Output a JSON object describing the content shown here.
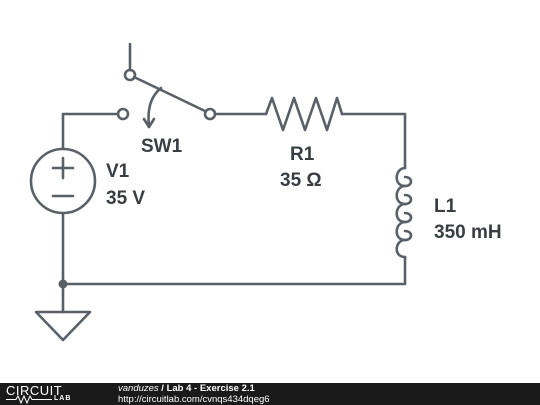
{
  "schematic": {
    "labels": {
      "sw1": "SW1",
      "v1_name": "V1",
      "v1_value": "35 V",
      "r1_name": "R1",
      "r1_value": "35 Ω",
      "l1_name": "L1",
      "l1_value": "350 mH"
    },
    "colors": {
      "wire": "#5b6066",
      "text": "#3a3d41",
      "footer_bg": "#1a1a1a"
    }
  },
  "footer": {
    "logo_word": "CIRCUIT",
    "logo_sub": "LAB",
    "author": "vanduzes",
    "separator": " / ",
    "title": "Lab 4 - Exercise 2.1",
    "url": "http://circuitlab.com/cvnqs434dqeg6"
  }
}
